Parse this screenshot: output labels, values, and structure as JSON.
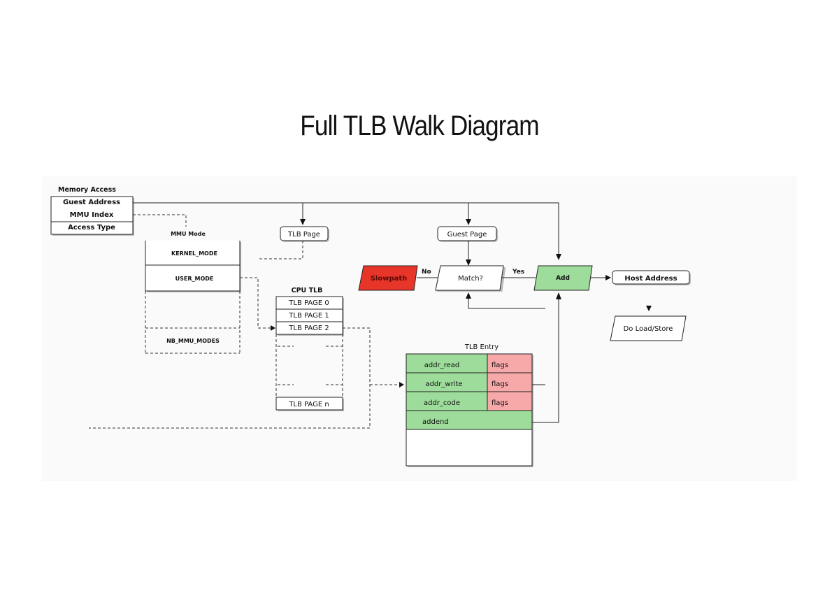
{
  "title": "Full TLB Walk Diagram",
  "colors": {
    "slowpath_fill": "#e8352a",
    "green_fill": "#9ddc9a",
    "flags_fill": "#f7a8a8",
    "background_panel": "#fafafa"
  },
  "memory_access": {
    "heading": "Memory Access",
    "fields": [
      "Guest Address",
      "MMU Index",
      "Access Type"
    ]
  },
  "mmu_mode": {
    "heading": "MMU Mode",
    "modes": [
      "KERNEL_MODE",
      "USER_MODE",
      "NB_MMU_MODES"
    ]
  },
  "cpu_tlb": {
    "heading": "CPU TLB",
    "pages": [
      "TLB PAGE 0",
      "TLB PAGE 1",
      "TLB PAGE 2",
      "TLB PAGE n"
    ]
  },
  "nodes": {
    "tlb_page": "TLB Page",
    "guest_page": "Guest Page",
    "slowpath": "Slowpath",
    "match": "Match?",
    "add": "Add",
    "host_address": "Host Address",
    "do_load_store": "Do Load/Store"
  },
  "edges": {
    "no": "No",
    "yes": "Yes"
  },
  "tlb_entry": {
    "heading": "TLB Entry",
    "rows": [
      {
        "field": "addr_read",
        "flags": "flags"
      },
      {
        "field": "addr_write",
        "flags": "flags"
      },
      {
        "field": "addr_code",
        "flags": "flags"
      },
      {
        "field": "addend",
        "flags": ""
      }
    ]
  }
}
